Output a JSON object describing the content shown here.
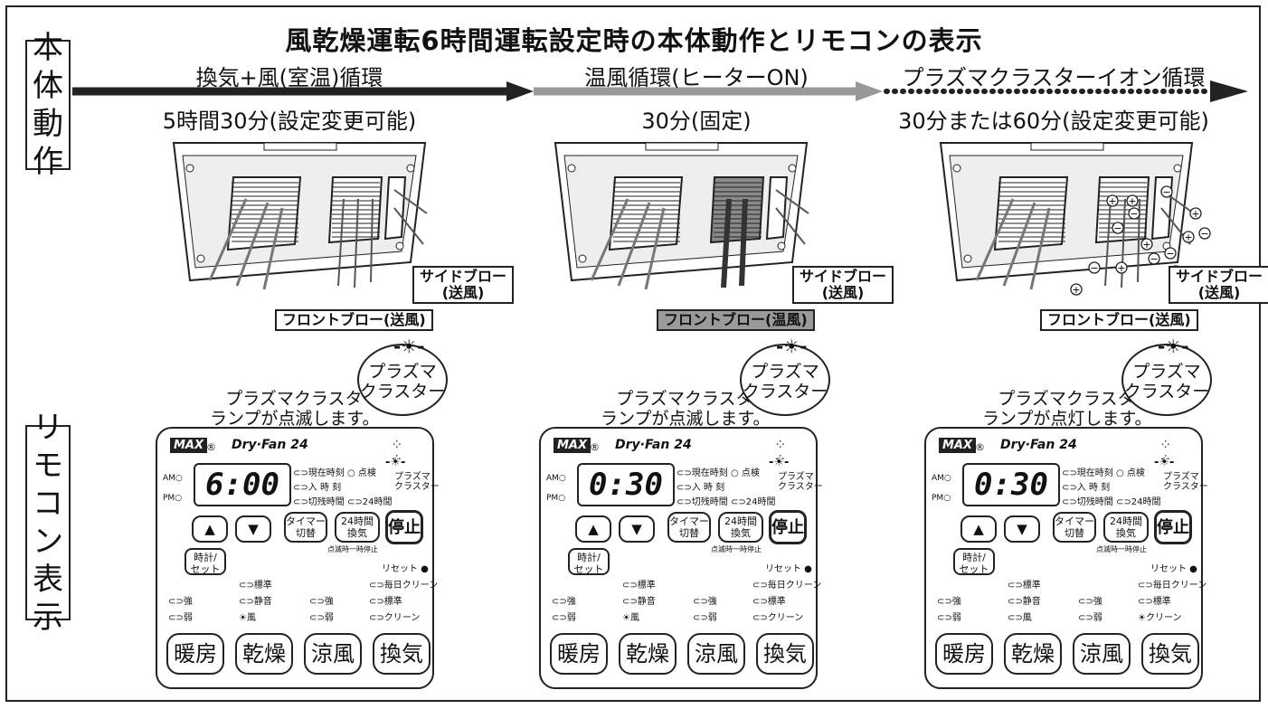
{
  "title": "風乾燥運転6時間運転設定時の本体動作とリモコンの表示",
  "side_labels": {
    "unit": [
      "本",
      "体",
      "動",
      "作"
    ],
    "remote": [
      "リ",
      "モ",
      "コ",
      "ン",
      "表",
      "示"
    ]
  },
  "stages": [
    {
      "name": "換気+風(室温)循環",
      "duration": "5時間30分(設定変更可能)"
    },
    {
      "name": "温風循環(ヒーターON)",
      "duration": "30分(固定)"
    },
    {
      "name": "プラズマクラスターイオン循環",
      "duration": "30分または60分(設定変更可能)"
    }
  ],
  "unit_callouts": [
    {
      "side": "サイドブロー\n(送風)",
      "front": "フロントブロー(送風)"
    },
    {
      "side": "サイドブロー\n(送風)",
      "front": "フロントブロー(温風)"
    },
    {
      "side": "サイドブロー\n(送風)",
      "front": "フロントブロー(送風)"
    }
  ],
  "lamp_notes": [
    {
      "line1": "プラズマクラスター",
      "line2": "ランプが点滅します。"
    },
    {
      "line1": "プラズマクラスター",
      "line2": "ランプが点滅します。"
    },
    {
      "line1": "プラズマクラスター",
      "line2": "ランプが点灯します。"
    }
  ],
  "bubble": {
    "line1": "プラズマ",
    "line2": "クラスター"
  },
  "remote": {
    "brand": "MAX",
    "reg": "®",
    "model": "Dry·Fan 24",
    "am": "AM○",
    "pm": "PM○",
    "ind_now": "現在時刻",
    "ind_in": "入 時 刻",
    "ind_remain": "切残時間",
    "ind_check": "○ 点検",
    "ind_24": "24時間",
    "plasma_label1": "プラズマ",
    "plasma_label2": "クラスター",
    "up": "▲",
    "down": "▼",
    "timer1": "タイマー",
    "timer2": "切替",
    "vent1": "24時間",
    "vent2": "換気",
    "stop": "停止",
    "pause": "点滅時一時停止",
    "clock1": "時計/",
    "clock2": "セット",
    "reset": "リセット ●",
    "m_standard": "標準",
    "m_daily_clean": "毎日クリーン",
    "m_strong1": "強",
    "m_quiet": "静音",
    "m_strong2": "強",
    "m_standard2": "標準",
    "m_weak1": "弱",
    "m_wind": "風",
    "m_weak2": "弱",
    "m_clean": "クリーン",
    "btn_heat": "暖房",
    "btn_dry": "乾燥",
    "btn_cool": "涼風",
    "btn_vent": "換気"
  },
  "remotes": [
    {
      "time": "6:00"
    },
    {
      "time": "0:30"
    },
    {
      "time": "0:30"
    }
  ],
  "colors": {
    "line": "#222222",
    "arrow_gray": "#999999",
    "heater_shade": "#9a9a9a"
  }
}
